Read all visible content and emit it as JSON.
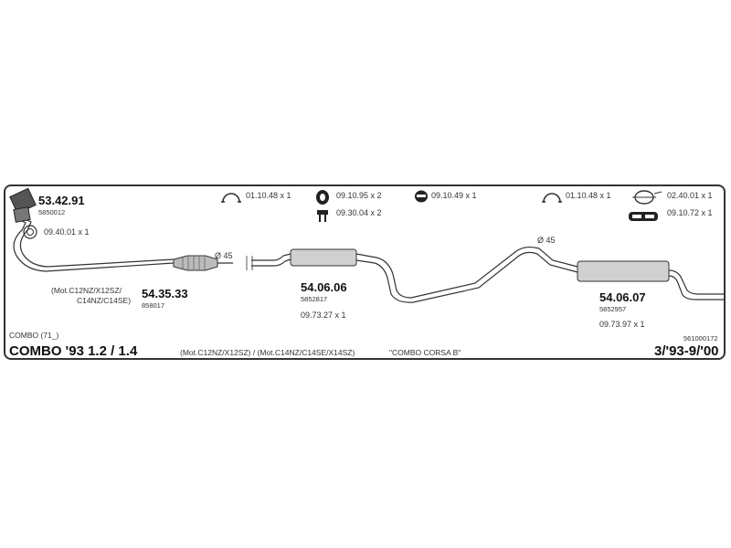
{
  "parts": {
    "p1": {
      "number": "53.42.91",
      "oe": "5850012"
    },
    "p2": {
      "number": "54.35.33",
      "oe": "858017"
    },
    "p3": {
      "number": "54.06.06",
      "oe": "5852817",
      "ref": "09.73.27 x 1"
    },
    "p4": {
      "number": "54.06.07",
      "oe": "5852957",
      "ref": "09.73.97 x 1"
    }
  },
  "accessories": {
    "a1": "09.40.01 x 1",
    "a2": "01.10.48 x 1",
    "a3": "09.10.95 x 2",
    "a4": "09.30.04 x 2",
    "a5": "09.10.49 x 1",
    "a6": "01.10.48 x 1",
    "a7": "02.40.01 x 1",
    "a8": "09.10.72 x 1"
  },
  "notes": {
    "engine_line1": "(Mot.C12NZ/X12SZ/",
    "engine_line2": "C14NZ/C14SE)",
    "diam1": "Ø 45",
    "diam2": "Ø 45"
  },
  "footer": {
    "model_small": "COMBO (71_)",
    "model_big": "COMBO '93  1.2 / 1.4",
    "engines": "(Mot.C12NZ/X12SZ) / (Mot.C14NZ/C14SE/X14SZ)",
    "variant": "\"COMBO CORSA B\"",
    "code": "561000172",
    "years": "3/'93-9/'00"
  },
  "colors": {
    "line": "#333333",
    "muffler": "#d0d0d0",
    "frame": "#333333"
  }
}
